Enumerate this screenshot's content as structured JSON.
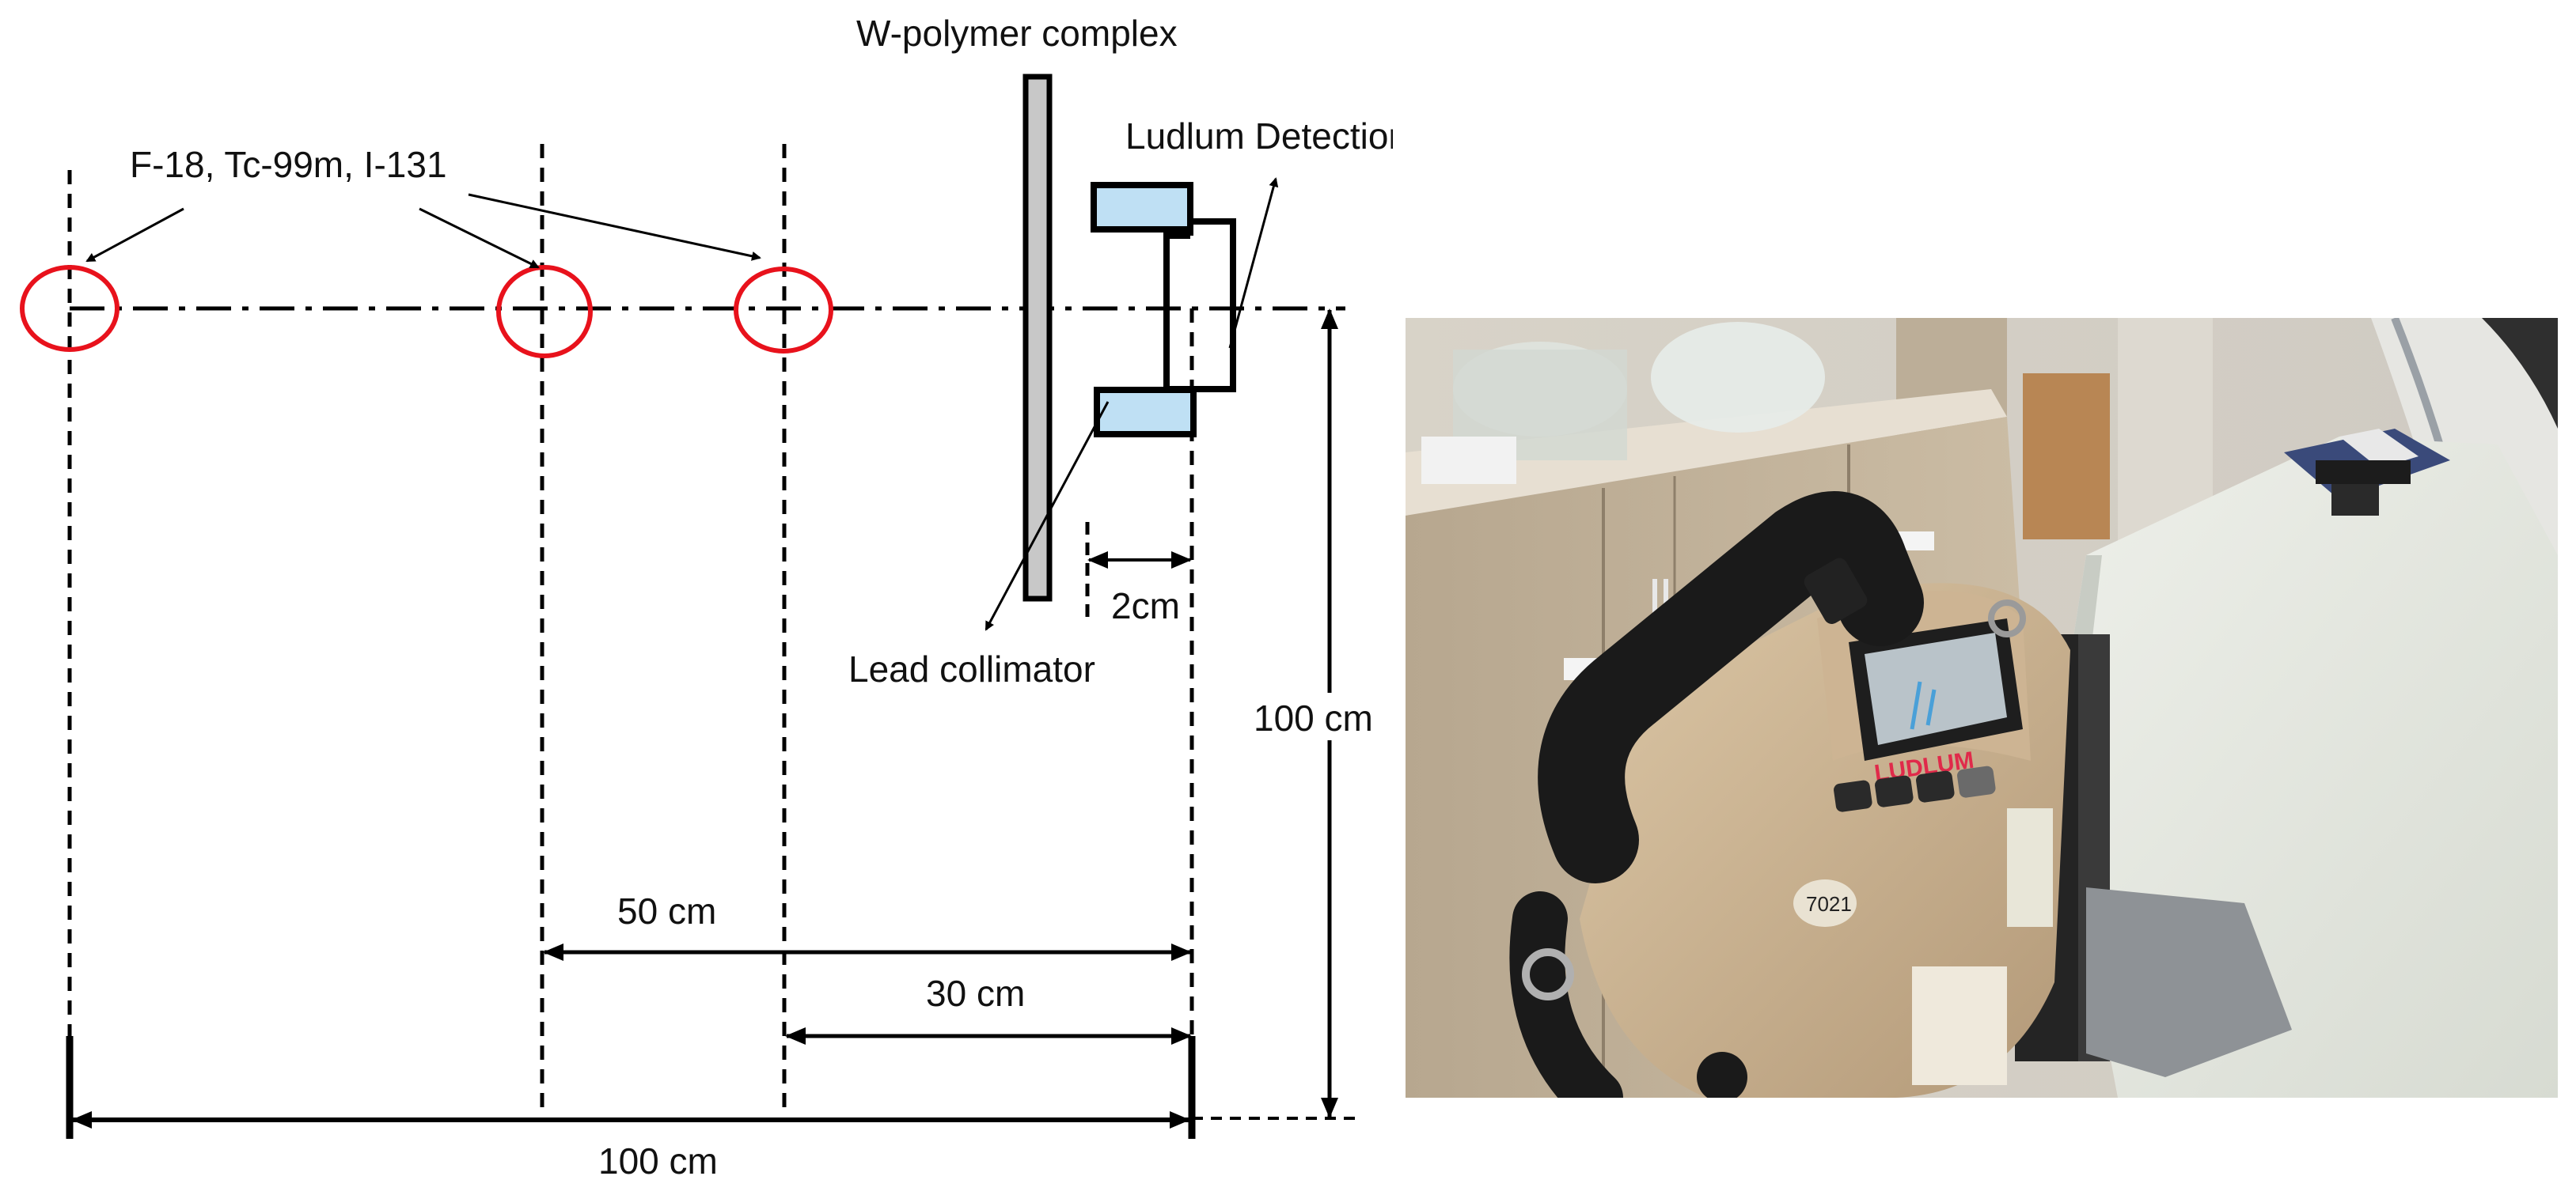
{
  "diagram": {
    "title_shield": "W-polymer complex",
    "label_detector": "Ludlum Detection",
    "label_sources": "F-18, Tc-99m, I-131",
    "label_collimator": "Lead collimator",
    "dim_small": "2cm",
    "dim_vertical": "100 cm",
    "dim_50": "50 cm",
    "dim_30": "30 cm",
    "dim_100": "100 cm",
    "colors": {
      "source_circle": "#e8121c",
      "collimator_fill": "#bfe0f4",
      "shield_fill": "#c8c8c8",
      "line": "#000000"
    }
  },
  "photo": {
    "device_brand": "LUDLUM",
    "device_model": "7021"
  }
}
